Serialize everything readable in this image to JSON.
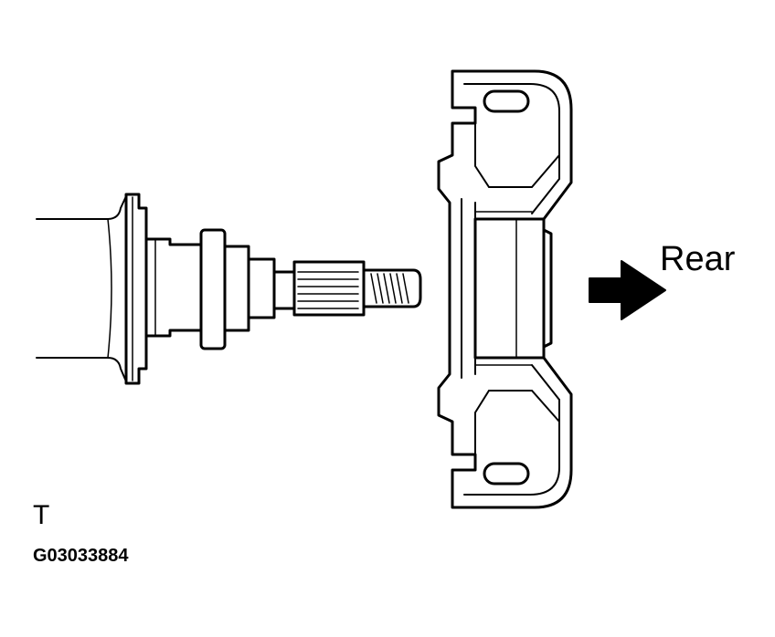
{
  "labels": {
    "direction": "Rear",
    "view_marker": "T",
    "figure_id": "G03033884"
  },
  "colors": {
    "line": "#000000",
    "background": "#ffffff"
  }
}
